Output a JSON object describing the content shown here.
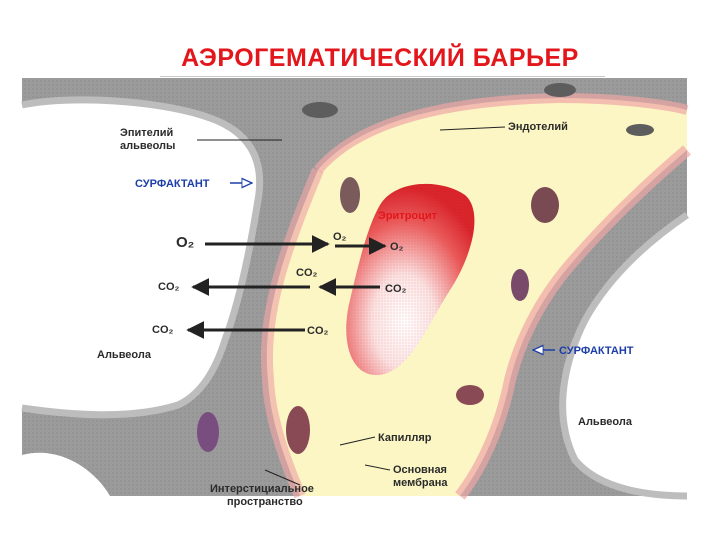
{
  "title": "АЭРОГЕМАТИЧЕСКИЙ БАРЬЕР",
  "labels": {
    "epithelium_line1": "Эпителий",
    "epithelium_line2": "альвеолы",
    "endothelium": "Эндотелий",
    "surfactant_left": "СУРФАКТАНТ",
    "surfactant_right": "СУРФАКТАНТ",
    "erythrocyte": "Эритроцит",
    "alveola_left": "Альвеола",
    "alveola_right": "Альвеола",
    "capillary": "Капилляр",
    "basement_line1": "Основная",
    "basement_line2": "мембрана",
    "interstitial_line1": "Интерстициальное",
    "interstitial_line2": "пространство"
  },
  "gas_labels": {
    "o2_left": "O₂",
    "o2_mid": "O₂",
    "o2_right": "O₂",
    "co2_left": "CO₂",
    "co2_mid": "CO₂",
    "co2_right": "CO₂",
    "co2_left_low": "CO₂",
    "co2_mid_low": "CO₂"
  },
  "colors": {
    "title": "#e3161b",
    "label_blue": "#1d3ea8",
    "label_red": "#e3161b",
    "tissue_dark": "#8a8a8a",
    "capillary_bg": "#fbf6c4",
    "erythrocyte": "#e23a3a"
  }
}
